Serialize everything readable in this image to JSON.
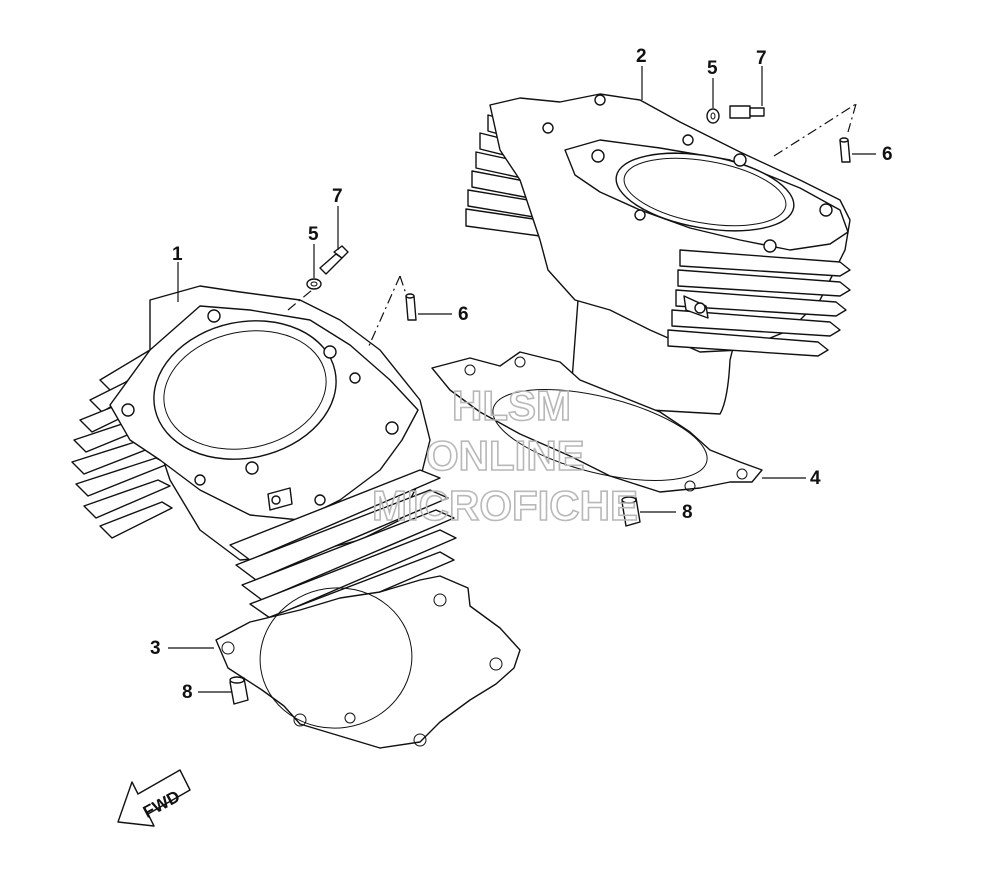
{
  "callouts": {
    "c1": "1",
    "c2": "2",
    "c3": "3",
    "c4": "4",
    "c5a": "5",
    "c5b": "5",
    "c6a": "6",
    "c6b": "6",
    "c7a": "7",
    "c7b": "7",
    "c8a": "8",
    "c8b": "8"
  },
  "watermark": {
    "line1": "HLSM",
    "line2": "ONLINE",
    "line3": "MICROFICHE"
  },
  "fwd_label": "FWD"
}
